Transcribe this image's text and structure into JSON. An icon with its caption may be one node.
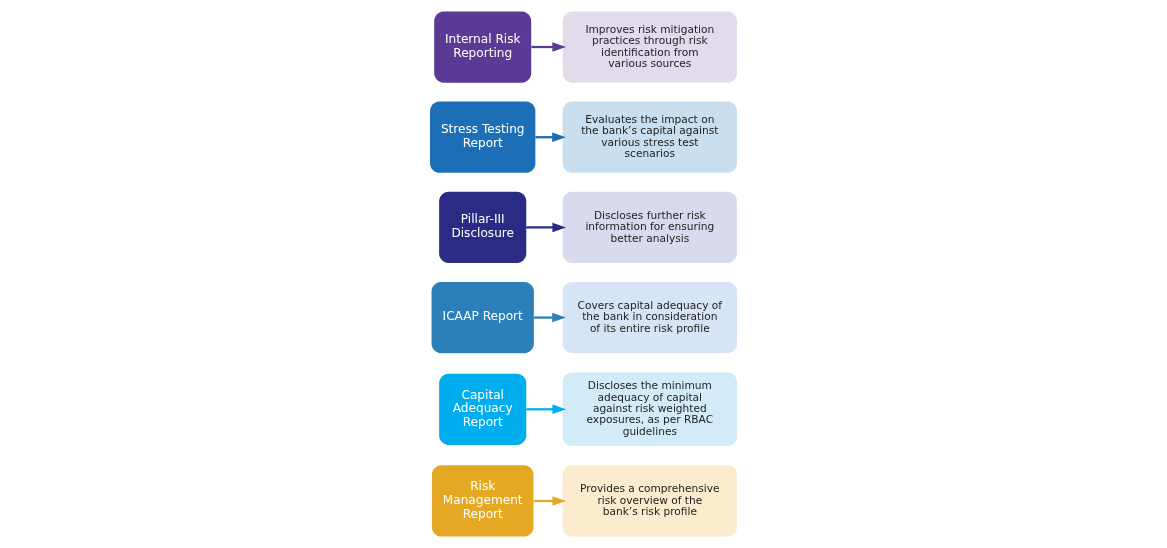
{
  "diagram": {
    "nodes": [
      {
        "text": [
          "Risk Management Report"
        ]
      },
      {
        "text": [
          "Provides a comprehensive risk overview of the bank’s risk profile"
        ]
      },
      {
        "text": [
          "Capital Adequacy Report"
        ]
      },
      {
        "text": [
          "Discloses the minimum adequacy of capital against risk weighted exposures, as per RBAC guidelines"
        ]
      },
      {
        "text": [
          "ICAAP Report"
        ]
      },
      {
        "text": [
          "Covers capital adequacy of the bank in consideration of its entire risk profile"
        ]
      },
      {
        "text": [
          "Pillar-III Disclosure"
        ]
      },
      {
        "text": [
          "Discloses further risk information for ensuring better analysis"
        ]
      },
      {
        "text": [
          "Stress Testing Report"
        ]
      },
      {
        "text": [
          "Evaluates the impact on the bank’s capital against various stress test scenarios"
        ]
      },
      {
        "text": [
          "Internal Risk Reporting"
        ]
      },
      {
        "text": [
          "Improves risk mitigation practices through risk identification from various sources"
        ]
      }
    ],
    "edges": [
      {
        "from": 0,
        "to": 1,
        "arrow": "to",
        "color": "#e5a823"
      },
      {
        "from": 2,
        "to": 3,
        "arrow": "to",
        "color": "#00aeef"
      },
      {
        "from": 4,
        "to": 5,
        "arrow": "to",
        "color": "#2b80b9"
      },
      {
        "from": 6,
        "to": 7,
        "arrow": "to",
        "color": "#2b2a85"
      },
      {
        "from": 8,
        "to": 9,
        "arrow": "to",
        "color": "#1c6fb6"
      },
      {
        "from": 10,
        "to": 11,
        "arrow": "to",
        "color": "#5b3a96"
      }
    ]
  }
}
